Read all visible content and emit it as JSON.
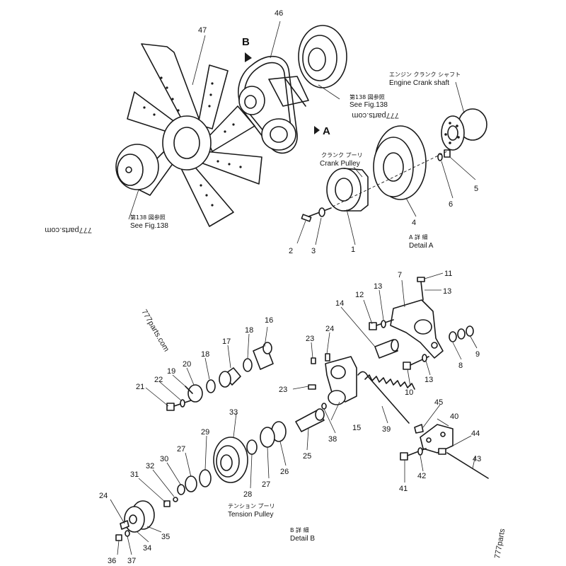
{
  "callouts": {
    "n46": "46",
    "n47": "47",
    "n1": "1",
    "n2": "2",
    "n3": "3",
    "n4": "4",
    "n5": "5",
    "n6": "6",
    "n7": "7",
    "n8": "8",
    "n9": "9",
    "n10": "10",
    "n11": "11",
    "n12": "12",
    "n13a": "13",
    "n13b": "13",
    "n13c": "13",
    "n14": "14",
    "n15": "15",
    "n16": "16",
    "n17": "17",
    "n18a": "18",
    "n18b": "18",
    "n19": "19",
    "n20": "20",
    "n21": "21",
    "n22": "22",
    "n23a": "23",
    "n23b": "23",
    "n24a": "24",
    "n24b": "24",
    "n25": "25",
    "n26": "26",
    "n27a": "27",
    "n27b": "27",
    "n28": "28",
    "n29": "29",
    "n30": "30",
    "n31": "31",
    "n32": "32",
    "n33": "33",
    "n34": "34",
    "n35": "35",
    "n36": "36",
    "n37": "37",
    "n38": "38",
    "n39": "39",
    "n40": "40",
    "n41": "41",
    "n42": "42",
    "n43": "43",
    "n44": "44",
    "n45": "45"
  },
  "labels": {
    "view_b": "B",
    "view_a": "A",
    "see_fig_jp_1": "第138 図参照",
    "see_fig_en_1": "See  Fig.138",
    "see_fig_jp_2": "第138 図参照",
    "see_fig_en_2": "See  Fig.138",
    "crank_shaft_jp": "エンジン クランク シャフト",
    "crank_shaft_en": "Engine Crank shaft",
    "crank_pulley_jp": "クランク プーリ",
    "crank_pulley_en": "Crank Pulley",
    "detail_a_jp": "A 詳 細",
    "detail_a_en": "Detail  A",
    "tension_pulley_jp": "テンション プーリ",
    "tension_pulley_en": "Tension  Pulley",
    "detail_b_jp": "B 詳 細",
    "detail_b_en": "Detail  B"
  },
  "watermarks": {
    "wm1": "777parts.com",
    "wm2": "777parts.com",
    "wm3": "777parts.com",
    "wm4": "777parts"
  }
}
